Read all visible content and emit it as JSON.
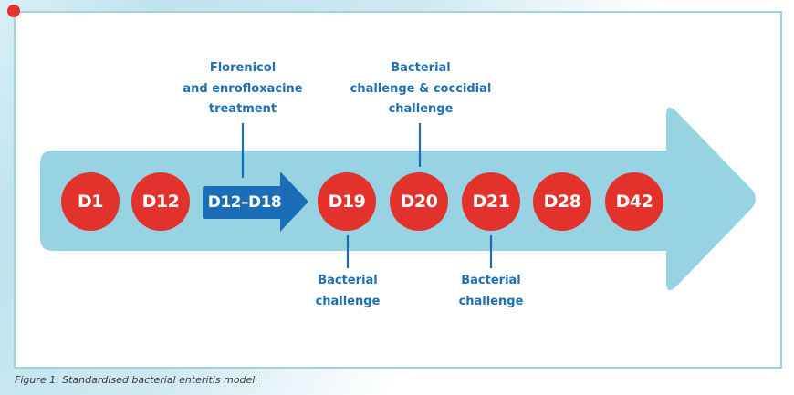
{
  "diagram": {
    "type": "timeline",
    "colors": {
      "band": "#98d3e4",
      "day_marker": "#e2322b",
      "period_arrow": "#1a6eb8",
      "annotation_text": "#1f6fb2",
      "frame_border": "#9fd3e3"
    },
    "days": [
      {
        "label": "D1"
      },
      {
        "label": "D12"
      },
      {
        "label": "D19"
      },
      {
        "label": "D20"
      },
      {
        "label": "D21"
      },
      {
        "label": "D28"
      },
      {
        "label": "D42"
      }
    ],
    "period": {
      "label": "D12–D18"
    },
    "annotations": {
      "treatment": {
        "lines": [
          "Florenicol",
          "and enrofloxacine",
          "treatment"
        ],
        "target": "D12–D18",
        "position": "above"
      },
      "d20": {
        "lines": [
          "Bacterial",
          "challenge & coccidial",
          "challenge"
        ],
        "target": "D20",
        "position": "above"
      },
      "d19": {
        "lines": [
          "Bacterial",
          "challenge"
        ],
        "target": "D19",
        "position": "below"
      },
      "d21": {
        "lines": [
          "Bacterial",
          "challenge"
        ],
        "target": "D21",
        "position": "below"
      }
    }
  },
  "caption": "Figure 1. Standardised bacterial enteritis model"
}
